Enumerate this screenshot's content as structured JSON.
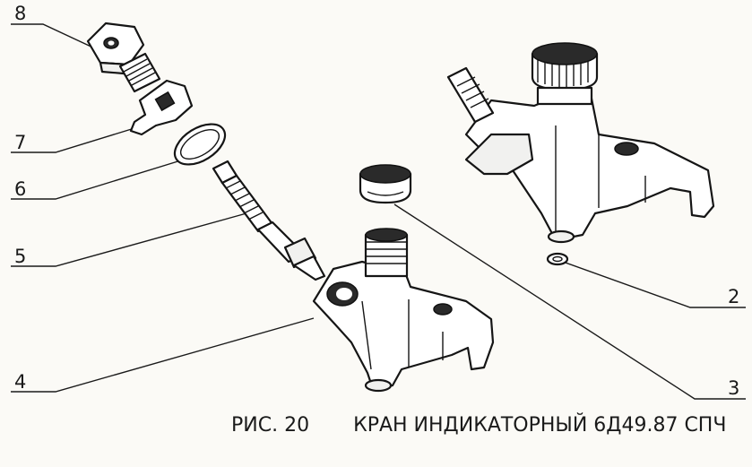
{
  "figure": {
    "number": "РИС. 20",
    "title": "КРАН ИНДИКАТОРНЫЙ 6Д49.87 СПЧ"
  },
  "callouts": [
    "8",
    "7",
    "6",
    "5",
    "4",
    "2",
    "3"
  ]
}
